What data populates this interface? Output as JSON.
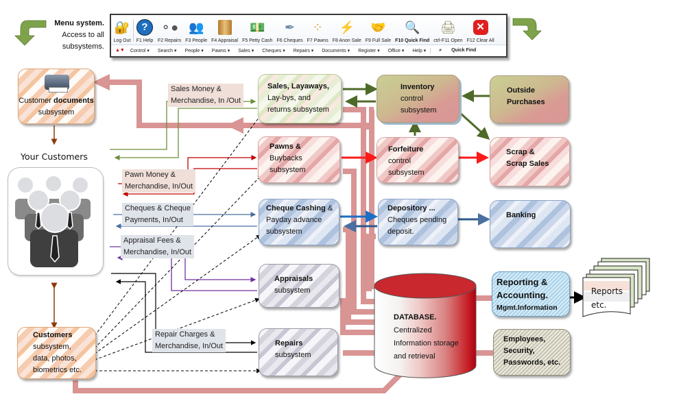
{
  "menu_note": {
    "title": "Menu system.",
    "line2": "Access to all",
    "line3": "subsystems."
  },
  "toolbar": {
    "buttons": [
      {
        "label": "Log Out",
        "icon": "lock-key-icon"
      },
      {
        "label": "F1 Help",
        "icon": "help-icon"
      },
      {
        "label": "F2 Repairs",
        "icon": "magnifier-glass-icon"
      },
      {
        "label": "F3 People",
        "icon": "people-icon"
      },
      {
        "label": "F4 Appraisal",
        "icon": "scroll-icon"
      },
      {
        "label": "F5 Petty Cash",
        "icon": "cash-box-icon"
      },
      {
        "label": "F6 Cheques",
        "icon": "cheque-pen-icon"
      },
      {
        "label": "F7 Pawns",
        "icon": "pawn-balls-icon"
      },
      {
        "label": "F8 Anon Sale",
        "icon": "lightning-register-icon"
      },
      {
        "label": "F9 Full Sale",
        "icon": "handshake-icon"
      },
      {
        "label": "F10 Quick Find",
        "icon": "search-icon"
      },
      {
        "label": "ctrl-F11 Open",
        "icon": "cash-register-icon"
      },
      {
        "label": "F12 Clear All",
        "icon": "close-icon"
      }
    ],
    "menus": [
      "Control ▾",
      "Search ▾",
      "People ▾",
      "Pawns ▾",
      "Sales ▾",
      "Cheques ▾",
      "Repairs ▾",
      "Documents ▾",
      "Register ▾",
      "Office ▾",
      "Help ▾"
    ],
    "quick_find": "Quick Find"
  },
  "nodes": {
    "customer_documents": {
      "line1_normal": "Customer ",
      "line1_bold": "documents",
      "line2": "subsystem"
    },
    "your_customers": "Your Customers",
    "customers_subsystem": {
      "title": "Customers",
      "lines": [
        "subsystem,",
        "data, photos,",
        "biometrics etc."
      ]
    },
    "sales": {
      "title": "Sales, Layaways,",
      "lines": [
        "Lay-bys, and",
        "returns subsystem"
      ]
    },
    "pawns": {
      "title": "Pawns &",
      "lines": [
        "Buybacks",
        "subsystem"
      ]
    },
    "cheque_cashing": {
      "title": "Cheque Cashing",
      "title_suffix": " &",
      "lines": [
        "Payday advance",
        "subsystem"
      ]
    },
    "appraisals": {
      "title": "Appraisals",
      "lines": [
        "subsystem"
      ]
    },
    "repairs": {
      "title": "Repairs",
      "lines": [
        "subsystem"
      ]
    },
    "inventory": {
      "title": "Inventory",
      "lines": [
        "control",
        "subsystem"
      ]
    },
    "forfeiture": {
      "title": "Forfeiture",
      "lines": [
        "control",
        "subsystem"
      ]
    },
    "depository": {
      "title": "Depository ...",
      "lines": [
        "Cheques pending",
        "deposit."
      ]
    },
    "outside_purchases": {
      "title": "Outside",
      "lines": [
        "Purchases"
      ]
    },
    "scrap": {
      "title": "Scrap &",
      "lines": [
        "Scrap Sales"
      ]
    },
    "banking": {
      "title": "Banking"
    },
    "reporting": {
      "title1": "Reporting &",
      "title2": "Accounting.",
      "sub": "Mgmt.Information"
    },
    "employees": {
      "lines": [
        "Employees,",
        "Security,",
        "Passwords, etc."
      ]
    },
    "database": {
      "title": "DATABASE.",
      "lines": [
        "Centralized",
        "Information storage",
        "and retrieval"
      ]
    },
    "reports": {
      "lines": [
        "Reports",
        "etc."
      ]
    }
  },
  "flow_labels": {
    "sales": [
      "Sales Money &",
      "Merchandise, In /Out"
    ],
    "pawn": [
      "Pawn Money &",
      "Merchandise, In/Out"
    ],
    "cheques": [
      "Cheques & Cheque",
      "Payments, In/Out"
    ],
    "appraisal": [
      "Appraisal Fees &",
      "Merchandise, In/Out"
    ],
    "repair": [
      "Repair Charges &",
      "Merchandise, In/Out"
    ]
  },
  "colors": {
    "database_wire": "#d99494",
    "sales_flow": "#6e8f3a",
    "inventory_flow": "#4f6a28",
    "pawn_flow": "#c00000",
    "forfeiture_flow": "#ff1a1a",
    "cheque_flow": "#4a6fa0",
    "appraisal_flow": "#7030a0",
    "repair_flow": "#000000",
    "customer_doc_flow": "#8b3a0a",
    "database_red": "#c8282e"
  }
}
